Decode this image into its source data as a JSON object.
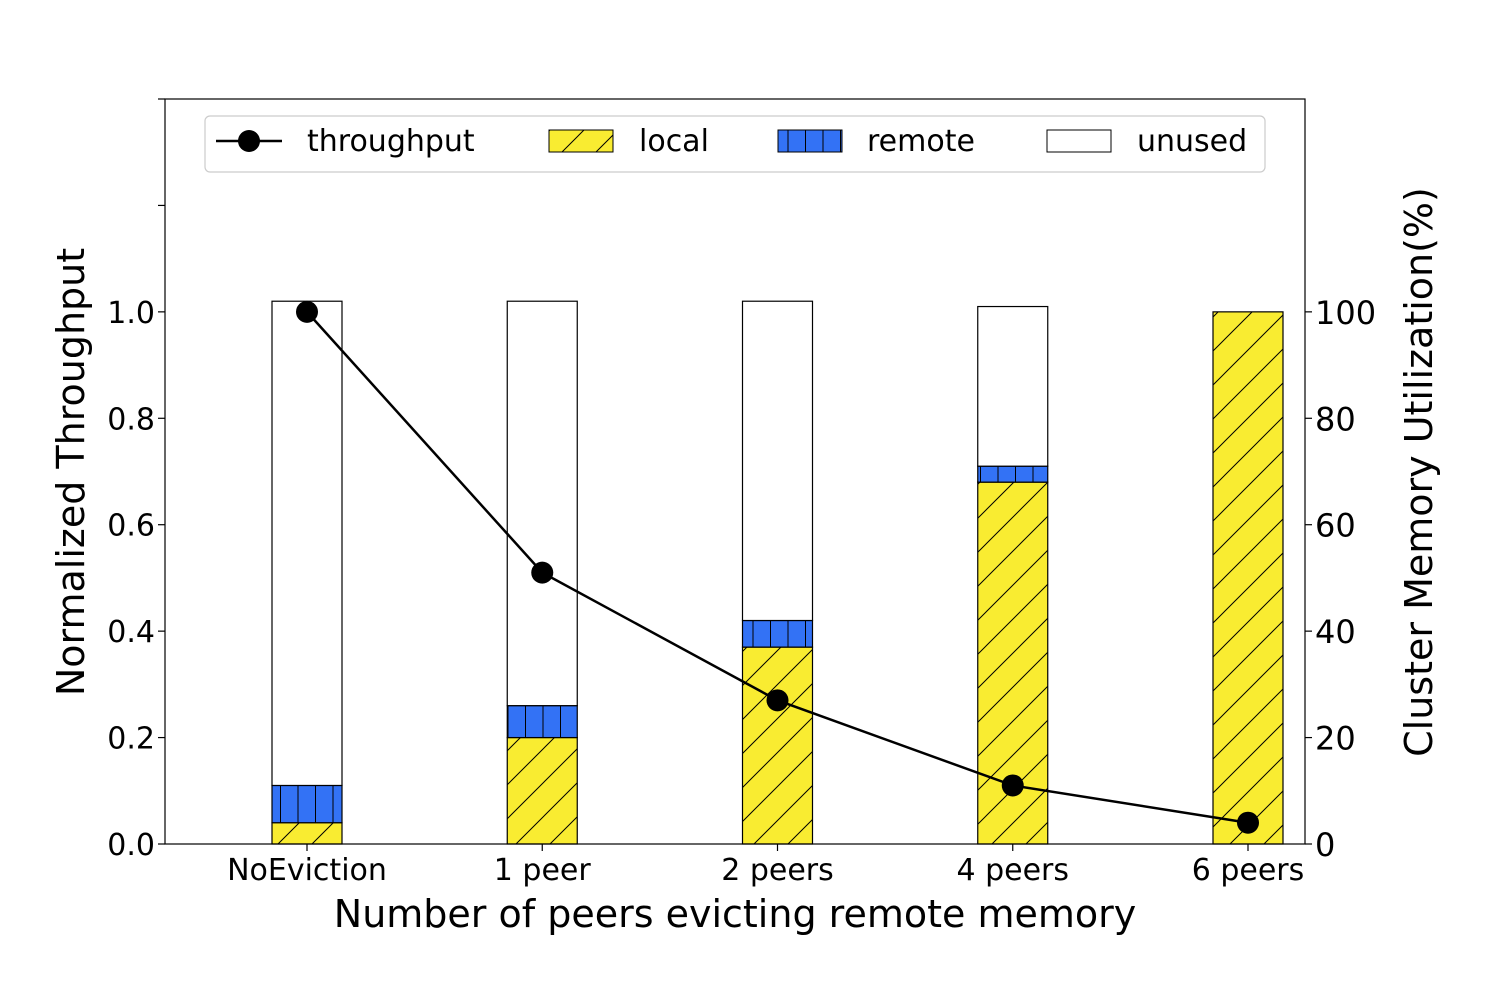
{
  "chart_data": {
    "type": "bar",
    "xlabel": "Number of peers evicting remote memory",
    "ylabel_left": "Normalized Throughput",
    "ylabel_right": "Cluster Memory Utilization(%)",
    "categories": [
      "NoEviction",
      "1 peer",
      "2 peers",
      "4 peers",
      "6 peers"
    ],
    "ylim_left": [
      0,
      1.4
    ],
    "ylim_right": [
      0,
      140
    ],
    "yticks_left": [
      "0.0",
      "0.2",
      "0.4",
      "0.6",
      "0.8",
      "1.0"
    ],
    "yticks_right": [
      "0",
      "20",
      "40",
      "60",
      "80",
      "100"
    ],
    "series": [
      {
        "name": "local",
        "axis": "right",
        "kind": "stacked-bar",
        "values": [
          4,
          20,
          37,
          68,
          100
        ]
      },
      {
        "name": "remote",
        "axis": "right",
        "kind": "stacked-bar",
        "values": [
          7,
          6,
          5,
          3,
          0
        ]
      },
      {
        "name": "unused",
        "axis": "right",
        "kind": "stacked-bar",
        "values": [
          91,
          76,
          60,
          30,
          0
        ]
      },
      {
        "name": "throughput",
        "axis": "left",
        "kind": "line",
        "values": [
          1.0,
          0.51,
          0.27,
          0.11,
          0.04
        ]
      }
    ],
    "legend": {
      "placement": "top",
      "entries": [
        "throughput",
        "local",
        "remote",
        "unused"
      ]
    },
    "colors": {
      "local": "#f9ec31",
      "remote": "#3372f5",
      "unused": "#ffffff",
      "throughput": "#000000"
    },
    "grid": false
  }
}
